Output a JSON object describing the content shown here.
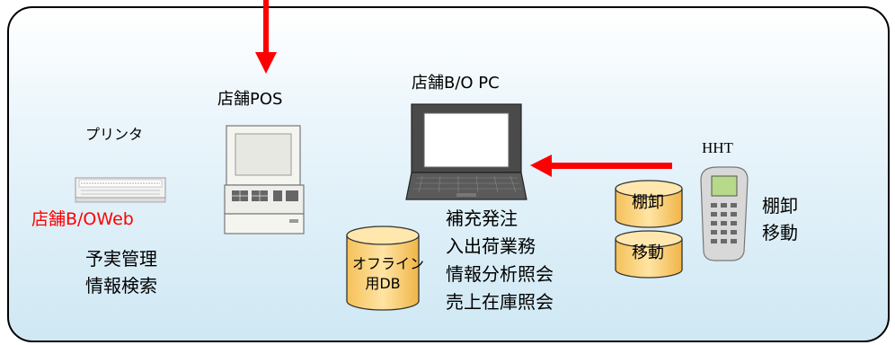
{
  "printer": {
    "label": "プリンタ"
  },
  "pos": {
    "label": "店舗POS"
  },
  "bo_pc": {
    "label": "店舗B/O PC"
  },
  "hht": {
    "label": "HHT",
    "functions": [
      "棚卸",
      "移動"
    ]
  },
  "web": {
    "title": "店舗B/OWeb",
    "functions": [
      "予実管理",
      "情報検索"
    ],
    "title_color": "#ff0000"
  },
  "offline_db": {
    "line1": "オフライン",
    "line2": "用DB"
  },
  "pc_functions": [
    "補充発注",
    "入出荷業務",
    "情報分析照会",
    "売上在庫照会"
  ],
  "hht_cylinders": [
    "棚卸",
    "移動"
  ],
  "colors": {
    "arrow": "#ff0000",
    "cylinder": "#ffd98a",
    "panel": "#d6ecf7"
  }
}
